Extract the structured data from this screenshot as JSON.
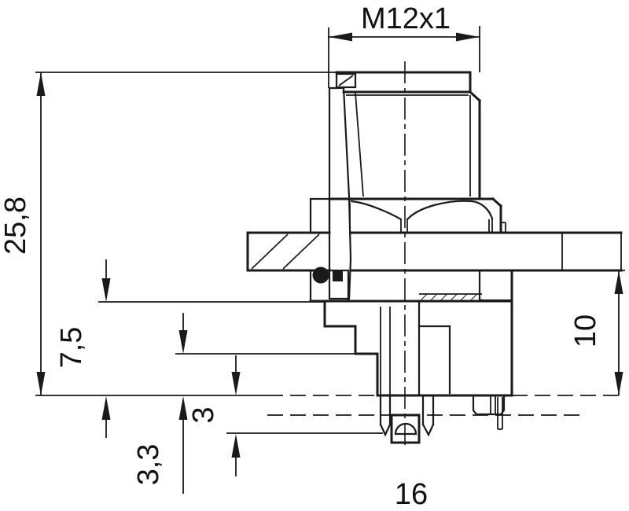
{
  "drawing": {
    "type": "technical-cross-section",
    "subject": "M12 panel-mount connector, front fastening",
    "dimensions": {
      "thread": "M12x1",
      "overall_height": "25,8",
      "flange_to_board": "7,5",
      "pin_offset": "3,3",
      "pin_protrusion": "3",
      "panel_to_board": "10",
      "overall_width": "16"
    },
    "colors": {
      "line": "#1a1a1a",
      "background": "#ffffff"
    }
  }
}
